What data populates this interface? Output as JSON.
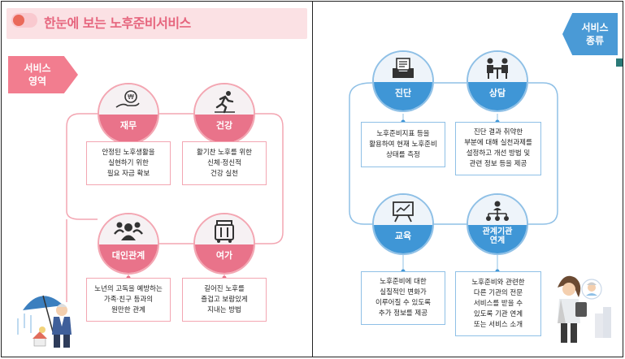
{
  "left": {
    "title": "한눈에 보는 노후준비서비스",
    "section_label_line1": "서비스",
    "section_label_line2": "영역",
    "items": [
      {
        "label": "재무",
        "icon": "money-hand-icon",
        "desc": "안정된 노후생활을\n실현하기 위한\n필요 자금 확보"
      },
      {
        "label": "건강",
        "icon": "running-person-icon",
        "desc": "활기찬 노후를 위한\n신체·정신적\n건강 실천"
      },
      {
        "label": "대인관계",
        "icon": "people-group-icon",
        "desc": "노년의 고독을 예방하는\n가족·친구 등과의\n원만한 관계"
      },
      {
        "label": "여가",
        "icon": "suitcase-icon",
        "desc": "길어진 노후를\n즐겁고 보람있게\n지내는 방법"
      }
    ],
    "colors": {
      "accent": "#e9738a",
      "light": "#fbe1e4"
    }
  },
  "right": {
    "section_label_line1": "서비스",
    "section_label_line2": "종류",
    "items": [
      {
        "label": "진단",
        "icon": "document-tray-icon",
        "desc": "노후준비지표 등을\n활용하여 현재 노후준비\n상태를 측정"
      },
      {
        "label": "상담",
        "icon": "consultation-icon",
        "desc": "진단 결과 취약한\n부분에 대해 실천과제를\n설정하고 개선 방법 및\n관련 정보 등을 제공"
      },
      {
        "label": "교육",
        "icon": "presentation-board-icon",
        "desc": "노후준비에 대한\n실질적인 변화가\n이루어질 수 있도록\n추가 정보를 제공"
      },
      {
        "label": "관계기관\n연계",
        "icon": "network-icon",
        "desc": "노후준비와 관련한\n다른 기관의 전문\n서비스를 받을 수\n있도록 기관 연계\n또는 서비스 소개"
      }
    ],
    "colors": {
      "accent": "#3f96d6",
      "light": "#eef4fa"
    }
  }
}
